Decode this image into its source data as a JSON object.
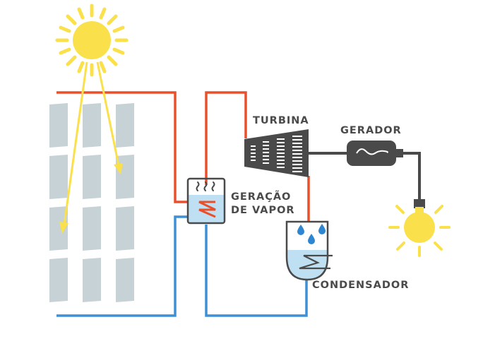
{
  "diagram": {
    "labels": {
      "turbine": "TURBINA",
      "generator": "GERADOR",
      "steam_generation_line1": "GERAÇÃO",
      "steam_generation_line2": "DE VAPOR",
      "condenser": "CONDENSADOR"
    },
    "colors": {
      "hot_pipe": "#e8502c",
      "cold_pipe": "#3d8fd6",
      "sun": "#fae04a",
      "panel": "#c7d2d6",
      "machine": "#4a4a4a",
      "water": "#bfe0f2",
      "drop": "#2f86d0",
      "label": "#4a4a4a"
    },
    "icons": [
      "sun-icon",
      "light-bulb-icon",
      "water-drop-icon",
      "steam-icon",
      "sine-wave-icon"
    ]
  }
}
